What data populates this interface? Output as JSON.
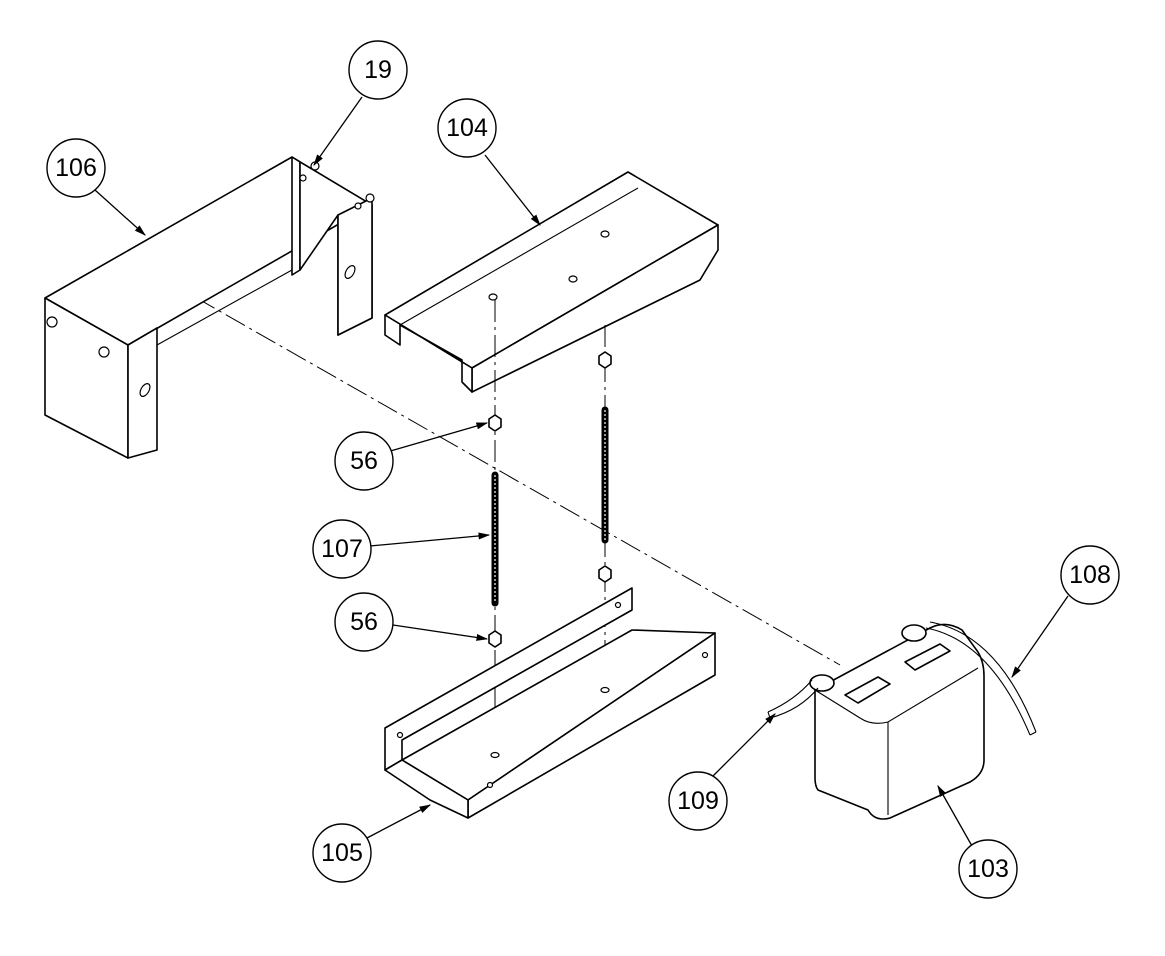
{
  "callouts": {
    "c19": "19",
    "c104": "104",
    "c106": "106",
    "c56a": "56",
    "c107": "107",
    "c56b": "56",
    "c108": "108",
    "c109": "109",
    "c105": "105",
    "c103": "103"
  }
}
